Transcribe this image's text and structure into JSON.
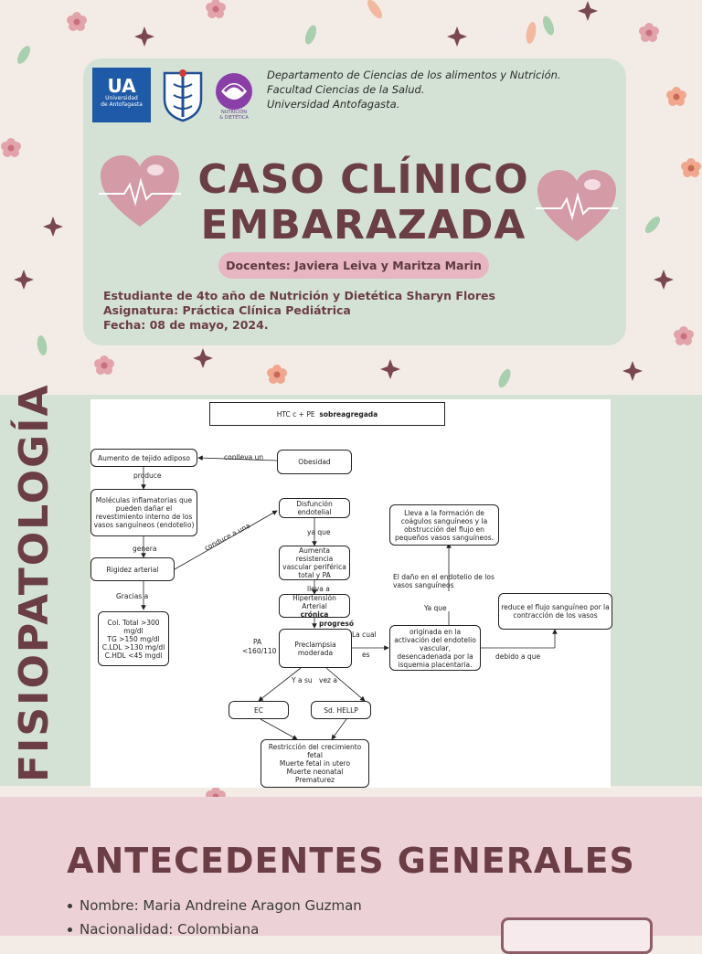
{
  "header": {
    "logo_ua": {
      "big": "UA",
      "small_1": "Universidad",
      "small_2": "de Antofagasta"
    },
    "logo_nutricion_caption_1": "NUTRICIÓN",
    "logo_nutricion_caption_2": "& DIETÉTICA",
    "dept_lines": [
      "Departamento de Ciencias de los alimentos y Nutrición.",
      "Facultad Ciencias de la Salud.",
      "Universidad Antofagasta."
    ],
    "title_line1": "CASO CLÍNICO",
    "title_line2": "EMBARAZADA",
    "docentes": "Docentes: Javiera Leiva y Maritza Marin",
    "info_lines": [
      "Estudiante de 4to año de Nutrición y Dietética Sharyn Flores",
      "Asignatura: Práctica Clínica Pediátrica",
      "Fecha: 08 de mayo, 2024."
    ]
  },
  "fisiopatologia": {
    "section_label": "FISIOPATOLOGÍA",
    "diagram": {
      "title_a": "HTC c + PE",
      "title_b": "sobreagregada",
      "obesidad": "Obesidad",
      "conlleva": "conlleva un",
      "aumento": "Aumento de tejido adiposo",
      "produce": "produce",
      "moleculas": "Moléculas inflamatorias que pueden dañar el revestimiento interno de los vasos sanguíneos (endotelio)",
      "genera": "genera",
      "rigidez": "Rigidez arterial",
      "conduce": "conduce a una",
      "gracias": "Gracias a",
      "lipidos": [
        "Col. Total >300 mg/dl",
        "TG >150 mg/dl",
        "C.LDL >130 mg/dl",
        "C.HDL <45 mgdl"
      ],
      "disfuncion": "Disfunción endotelial",
      "ya_que": "ya que",
      "aumenta": "Aumenta resistencia vascular periférica total y PA",
      "lleva": "lleva a",
      "hipertension": "Hipertensión Arterial",
      "cronica": "crónica",
      "progreso": "progresó",
      "pa_1": "PA",
      "pa_2": "<160/110",
      "preeclampsia": "Preclampsia moderada",
      "la_cual": "La cual",
      "es": "es",
      "originada": "originada en la activación del endotelio vascular, desencadenada por la isquemia placentaria.",
      "debido": "debido a que",
      "reduce": "reduce el flujo sanguíneo por la contracción de los vasos",
      "ya_que_2": "Ya que",
      "dano": "El daño en el endotelio de los vasos sanguíneos",
      "lleva_form": "Lleva a la formación de coágulos sanguíneos y la obstrucción del flujo en pequeños vasos sanguíneos.",
      "y_a_su": "Y a su",
      "vez_a": "vez a",
      "ec": "EC",
      "hellp": "Sd. HELLP",
      "resultados": [
        "Restricción del crecimiento fetal",
        "Muerte fetal in utero",
        "Muerte neonatal",
        "Prematurez"
      ]
    }
  },
  "antecedentes": {
    "title": "ANTECEDENTES GENERALES",
    "items": [
      "Nombre: Maria Andreine Aragon Guzman",
      "Nacionalidad: Colombiana"
    ]
  },
  "colors": {
    "background": "#f3ece6",
    "green_card": "#d4e2d5",
    "title_brown": "#6b3d45",
    "pink_pill": "#e8b6c2",
    "pink_band": "#ecd2d6",
    "heart": "#d49aa6"
  }
}
